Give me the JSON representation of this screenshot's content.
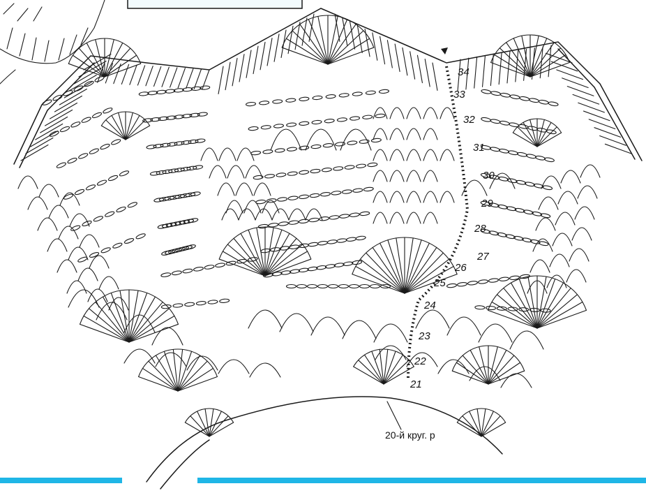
{
  "diagram": {
    "box_label": "",
    "round_labels": [
      "34",
      "33",
      "32",
      "31",
      "30",
      "29",
      "28",
      "27",
      "26",
      "25",
      "24",
      "23",
      "22",
      "21"
    ],
    "start_label": "20-й круг. р",
    "accent_color": "#1fb6e6",
    "ink_color": "#1a1a1a"
  }
}
